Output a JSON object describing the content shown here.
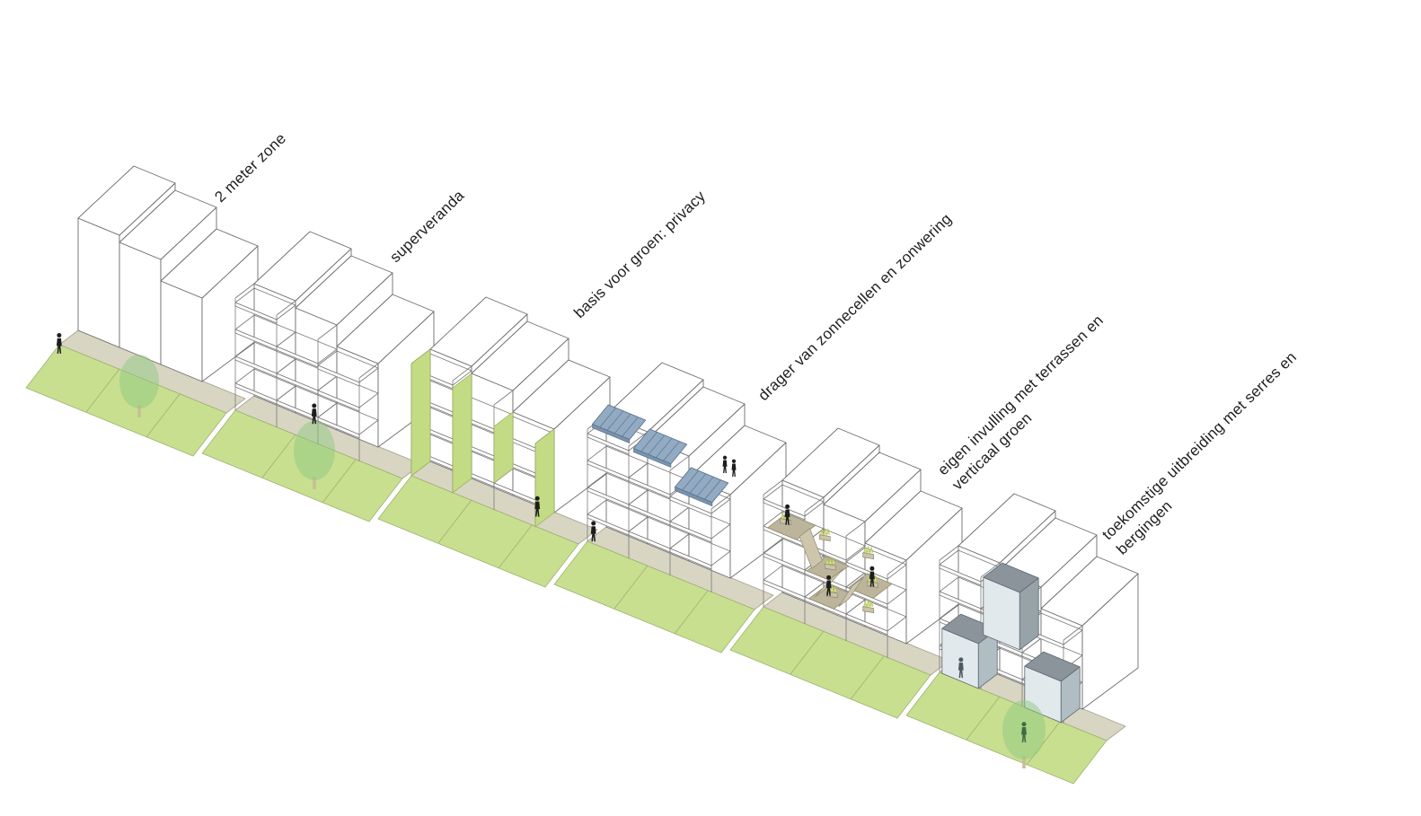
{
  "diagram": {
    "type": "axonometric-step-sequence",
    "steps": [
      {
        "id": "2-meter-zone",
        "label": "2 meter zone",
        "features": [
          "ground-zone"
        ],
        "tree": true,
        "people": 1
      },
      {
        "id": "superveranda",
        "label": "superveranda",
        "features": [
          "ground-zone",
          "veranda-frame"
        ],
        "tree": true,
        "people": 1
      },
      {
        "id": "basis-voor-groen",
        "label": "basis voor groen: privacy",
        "features": [
          "ground-zone",
          "veranda-frame",
          "green-privacy-panels"
        ],
        "tree": false,
        "people": 1
      },
      {
        "id": "drager-zonnecellen",
        "label": "drager van zonnecellen en zonwering",
        "features": [
          "ground-zone",
          "veranda-frame",
          "solar-panels"
        ],
        "tree": false,
        "people": 3
      },
      {
        "id": "eigen-invulling",
        "label": "eigen invulling met terrassen en\nverticaal groen",
        "features": [
          "ground-zone",
          "veranda-frame",
          "terraces",
          "planters"
        ],
        "tree": false,
        "people": 3
      },
      {
        "id": "toekomstige-uitbreiding",
        "label": "toekomstige uitbreiding met serres en bergingen",
        "features": [
          "ground-zone",
          "veranda-frame",
          "glass-serres"
        ],
        "tree": true,
        "people": 1
      }
    ],
    "colors": {
      "grass": "#c9df90",
      "grass_line": "#9db173",
      "zone": "#d9d5c3",
      "zone_line": "#aaa593",
      "tree": "#8fc97f",
      "tree_trunk": "#c6bf95",
      "privacy_green": "#c3db85",
      "privacy_line": "#94ad5a",
      "solar_blue": "#92abc3",
      "solar_band": "#7b94ad",
      "solar_dark": "#5b748e",
      "terrace": "#bcb59b",
      "ramp": "#cdc6ad",
      "terrace_line": "#8f8a72",
      "planter": "#cbc4aa",
      "plant": "#d9e383",
      "plant_line": "#a9bd55",
      "glass": "#e1e9ec",
      "glass_top": "#8a949a",
      "glass_side": "#b0bdc2",
      "glass_side_dark": "#97a3a9",
      "glass_line": "#5d686f",
      "mass_line": "#6d6d6d",
      "veranda_line": "#7a7a7a",
      "figure": "#1d1d1d",
      "figure_glass": "#4d585f",
      "figure_tree": "#3f6b3f",
      "label_text": "#1e1e1e",
      "background": "#ffffff"
    }
  }
}
